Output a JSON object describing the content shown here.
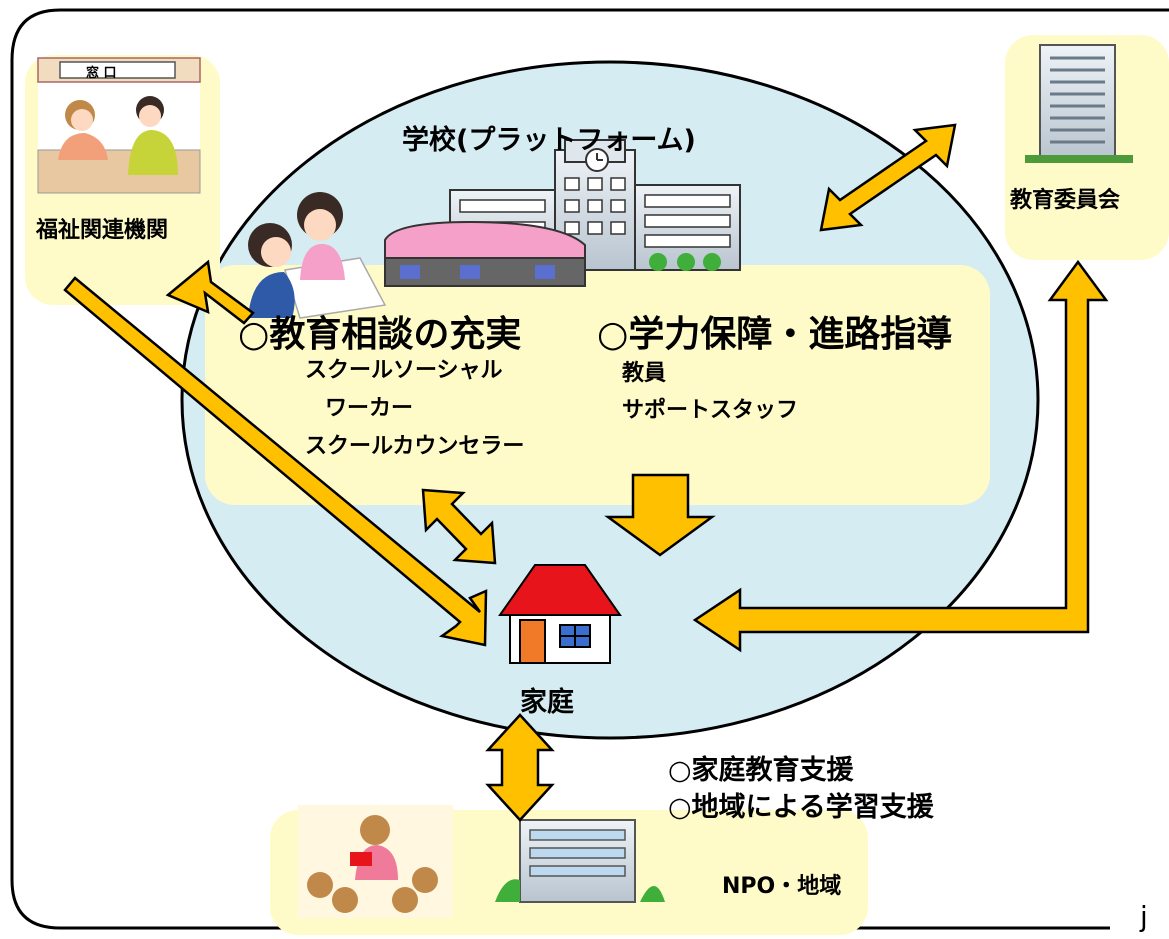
{
  "school": {
    "title": "学校(プラットフォーム)",
    "counseling": {
      "heading": "○教育相談の充実",
      "items": [
        "スクールソーシャル",
        "ワーカー",
        "スクールカウンセラー"
      ]
    },
    "academic": {
      "heading": "○学力保障・進路指導",
      "items": [
        "教員",
        "サポートスタッフ"
      ]
    }
  },
  "welfare": {
    "label": "福祉関連機関",
    "sign": "窓 口"
  },
  "board": {
    "label": "教育委員会"
  },
  "home": {
    "label": "家庭"
  },
  "community": {
    "support": [
      "○家庭教育支援",
      "○地域による学習支援"
    ],
    "label": "NPO・地域"
  },
  "corner_text": "j",
  "colors": {
    "ellipse": "#d6ecf3",
    "panel": "#fffbc8",
    "arrow": "#ffc000",
    "roof": "#e8141c",
    "outline": "#000000"
  }
}
